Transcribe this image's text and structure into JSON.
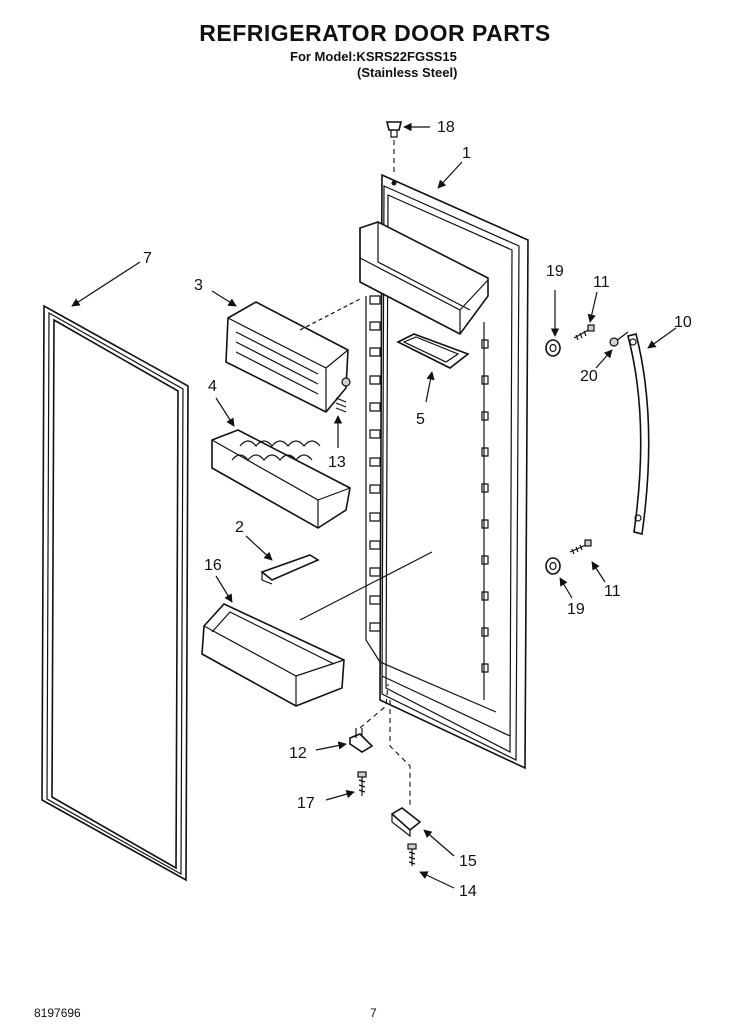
{
  "header": {
    "title": "REFRIGERATOR DOOR PARTS",
    "model_line": "For Model:KSRS22FGSS15",
    "finish_line": "(Stainless Steel)"
  },
  "footer": {
    "doc_number": "8197696",
    "page_number": "7"
  },
  "callouts": {
    "c1": "1",
    "c2": "2",
    "c3": "3",
    "c4": "4",
    "c5": "5",
    "c7": "7",
    "c10": "10",
    "c11a": "11",
    "c11b": "11",
    "c12": "12",
    "c13": "13",
    "c14": "14",
    "c15": "15",
    "c16": "16",
    "c17": "17",
    "c18": "18",
    "c19a": "19",
    "c19b": "19",
    "c20": "20"
  },
  "parts": [
    {
      "id": "1",
      "name": "door"
    },
    {
      "id": "2",
      "name": "shelf-clip"
    },
    {
      "id": "3",
      "name": "dairy-compartment"
    },
    {
      "id": "4",
      "name": "egg-tray"
    },
    {
      "id": "5",
      "name": "small-tray"
    },
    {
      "id": "7",
      "name": "door-gasket"
    },
    {
      "id": "10",
      "name": "handle"
    },
    {
      "id": "11",
      "name": "screw"
    },
    {
      "id": "12",
      "name": "hinge-pin"
    },
    {
      "id": "13",
      "name": "spring"
    },
    {
      "id": "14",
      "name": "screw"
    },
    {
      "id": "15",
      "name": "hinge-bracket"
    },
    {
      "id": "16",
      "name": "door-bin"
    },
    {
      "id": "17",
      "name": "screw"
    },
    {
      "id": "18",
      "name": "plug"
    },
    {
      "id": "19",
      "name": "spacer"
    },
    {
      "id": "20",
      "name": "screw"
    }
  ]
}
